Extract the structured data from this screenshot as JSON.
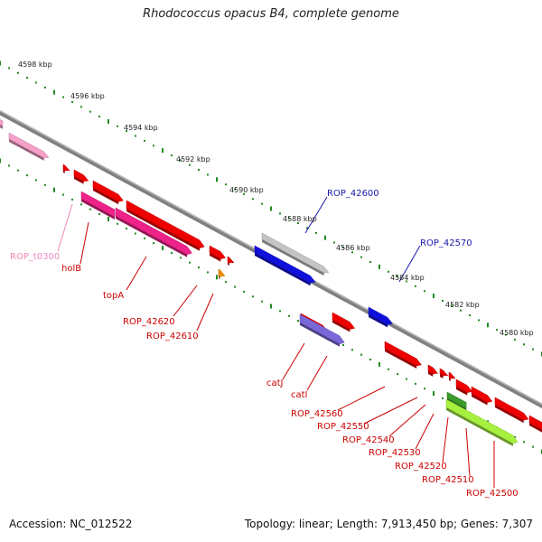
{
  "title": "Rhodococcus opacus B4, complete genome",
  "footer": {
    "accession": "Accession: NC_012522",
    "topology": "Topology: linear; Length: 7,913,450 bp; Genes: 7,307"
  },
  "scale_labels": [
    "4598 kbp",
    "4596 kbp",
    "4594 kbp",
    "4592 kbp",
    "4590 kbp",
    "4588 kbp",
    "4586 kbp",
    "4584 kbp",
    "4582 kbp",
    "4580 kbp"
  ],
  "gene_labels": [
    {
      "text": "ROP_42600",
      "color": "#1a1aa8"
    },
    {
      "text": "ROP_42570",
      "color": "#1a1aa8"
    },
    {
      "text": "ROP_t0300",
      "color": "#ee88bb"
    },
    {
      "text": "holB",
      "color": "#cc0000"
    },
    {
      "text": "topA",
      "color": "#cc0000"
    },
    {
      "text": "ROP_42620",
      "color": "#cc0000"
    },
    {
      "text": "ROP_42610",
      "color": "#cc0000"
    },
    {
      "text": "catJ",
      "color": "#cc0000"
    },
    {
      "text": "catI",
      "color": "#cc0000"
    },
    {
      "text": "ROP_42560",
      "color": "#cc0000"
    },
    {
      "text": "ROP_42550",
      "color": "#cc0000"
    },
    {
      "text": "ROP_42540",
      "color": "#cc0000"
    },
    {
      "text": "ROP_42530",
      "color": "#cc0000"
    },
    {
      "text": "ROP_42520",
      "color": "#cc0000"
    },
    {
      "text": "ROP_42510",
      "color": "#cc0000"
    },
    {
      "text": "ROP_42500",
      "color": "#cc0000"
    }
  ],
  "colors": {
    "backbone": "#808080",
    "tick_green": "#1f8a1f",
    "gene_red": "#ee0000",
    "gene_pink": "#ee2288",
    "gene_lightpink": "#f4a0c8",
    "gene_blue": "#1010dd",
    "gene_lavender": "#7a68d8",
    "gene_grey": "#c4c4c4",
    "gene_lime": "#a8f040",
    "gene_green": "#3a9a2a",
    "gene_orange": "#f08a00"
  }
}
